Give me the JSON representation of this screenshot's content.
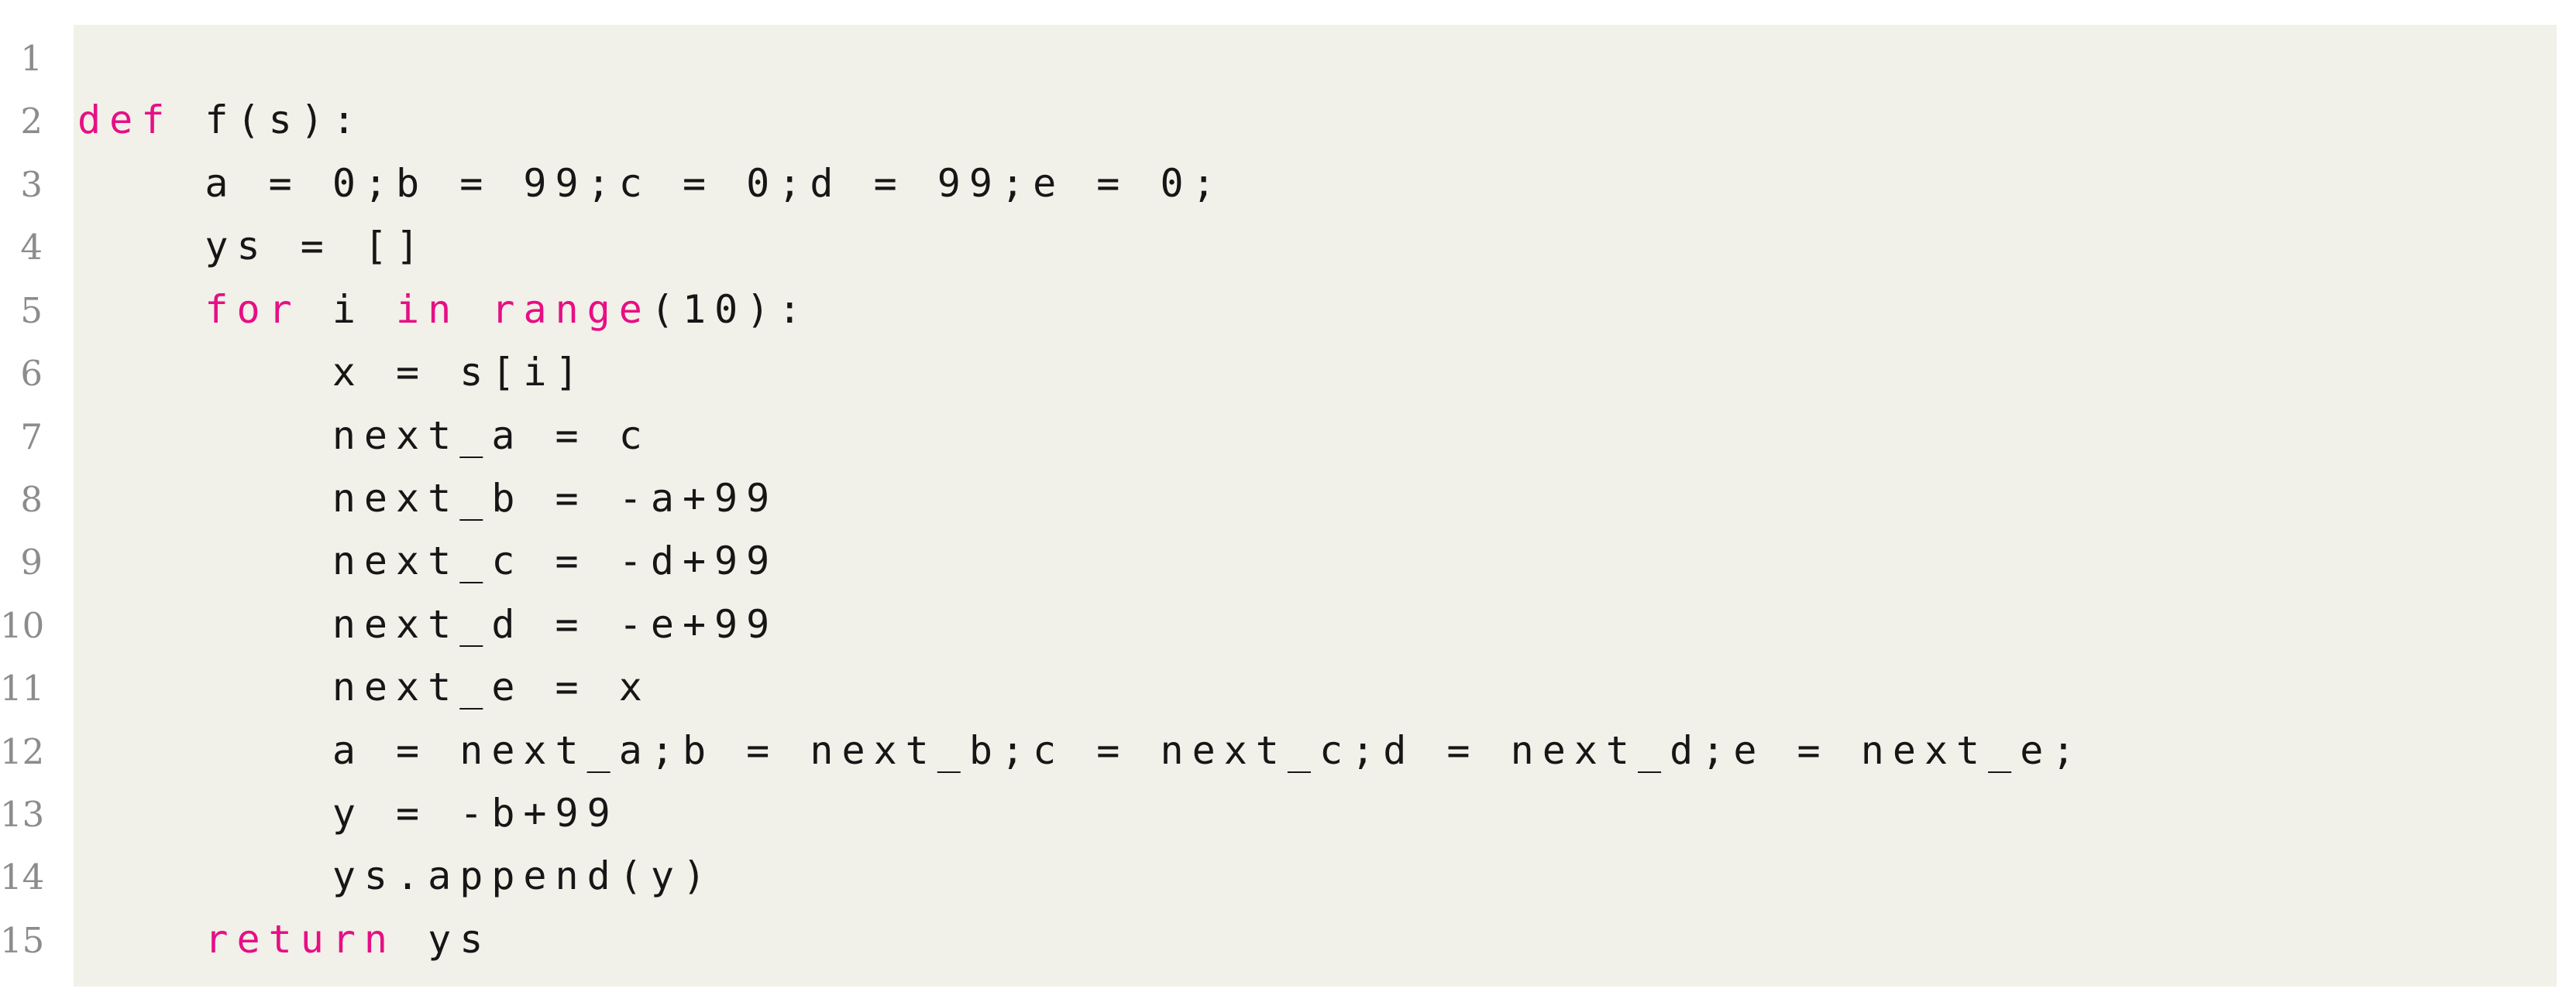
{
  "app": {
    "kind": "code-listing-viewer",
    "language": "python"
  },
  "colors": {
    "page_background": "#ffffff",
    "code_block_background": "#f1f0e9",
    "keyword": "#e60f84",
    "code_text": "#161616",
    "line_numbers": "#8c8c8c"
  },
  "code": {
    "line_count": 15,
    "lines": [
      {
        "n": "1",
        "segs": []
      },
      {
        "n": "2",
        "segs": [
          {
            "t": "def",
            "k": true
          },
          {
            "t": " f(s):",
            "k": false
          }
        ]
      },
      {
        "n": "3",
        "segs": [
          {
            "t": "    a = 0;b = 99;c = 0;d = 99;e = 0;",
            "k": false
          }
        ]
      },
      {
        "n": "4",
        "segs": [
          {
            "t": "    ys = []",
            "k": false
          }
        ]
      },
      {
        "n": "5",
        "segs": [
          {
            "t": "    ",
            "k": false
          },
          {
            "t": "for",
            "k": true
          },
          {
            "t": " i ",
            "k": false
          },
          {
            "t": "in",
            "k": true
          },
          {
            "t": " ",
            "k": false
          },
          {
            "t": "range",
            "k": true
          },
          {
            "t": "(10):",
            "k": false
          }
        ]
      },
      {
        "n": "6",
        "segs": [
          {
            "t": "        x = s[i]",
            "k": false
          }
        ]
      },
      {
        "n": "7",
        "segs": [
          {
            "t": "        next_a = c",
            "k": false
          }
        ]
      },
      {
        "n": "8",
        "segs": [
          {
            "t": "        next_b = -a+99",
            "k": false
          }
        ]
      },
      {
        "n": "9",
        "segs": [
          {
            "t": "        next_c = -d+99",
            "k": false
          }
        ]
      },
      {
        "n": "10",
        "segs": [
          {
            "t": "        next_d = -e+99",
            "k": false
          }
        ]
      },
      {
        "n": "11",
        "segs": [
          {
            "t": "        next_e = x",
            "k": false
          }
        ]
      },
      {
        "n": "12",
        "segs": [
          {
            "t": "        a = next_a;b = next_b;c = next_c;d = next_d;e = next_e;",
            "k": false
          }
        ]
      },
      {
        "n": "13",
        "segs": [
          {
            "t": "        y = -b+99",
            "k": false
          }
        ]
      },
      {
        "n": "14",
        "segs": [
          {
            "t": "        ys.append(y)",
            "k": false
          }
        ]
      },
      {
        "n": "15",
        "segs": [
          {
            "t": "    ",
            "k": false
          },
          {
            "t": "return",
            "k": true
          },
          {
            "t": " ys",
            "k": false
          }
        ]
      }
    ]
  }
}
